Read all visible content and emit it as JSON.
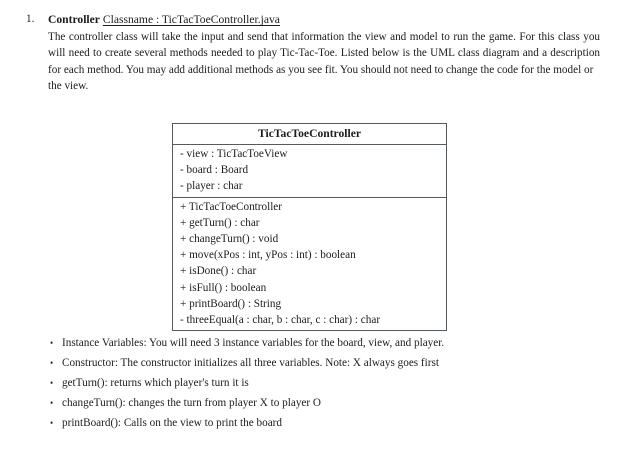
{
  "document": {
    "item_number": "1.",
    "heading": {
      "title": "Controller",
      "classname_label": "Classname : TicTacToeController.java"
    },
    "paragraph": {
      "lines": [
        "The controller class will take the input and send that information the view and model to run",
        "the game. For this class you will need to create several methods needed to play Tic-Tac-Toe.",
        "Listed below is the UML class diagram and a description for each method. You may add",
        "additional methods as you see fit. You should not need to change the code for the model or",
        "the view."
      ]
    }
  },
  "uml": {
    "class_name": "TicTacToeController",
    "attributes": [
      "- view : TicTacToeView",
      "- board : Board",
      "- player : char"
    ],
    "methods": [
      "+ TicTacToeController",
      "+ getTurn() : char",
      "+ changeTurn() : void",
      "+ move(xPos : int, yPos : int) : boolean",
      "+ isDone() : char",
      "+ isFull() : boolean",
      "+ printBoard() : String",
      "- threeEqual(a : char, b : char, c : char) : char"
    ]
  },
  "bullets": {
    "marker": "•",
    "items": [
      "Instance Variables: You will need 3 instance variables for the board, view, and player.",
      "Constructor: The constructor initializes all three variables. Note: X always goes first",
      "getTurn(): returns which player's turn it is",
      "changeTurn(): changes the turn from player X to player O",
      "printBoard(): Calls on the view to print the board"
    ]
  },
  "colors": {
    "page_background": "#ffffff",
    "text": "#1c1c1c",
    "box_border": "#555a5f"
  }
}
